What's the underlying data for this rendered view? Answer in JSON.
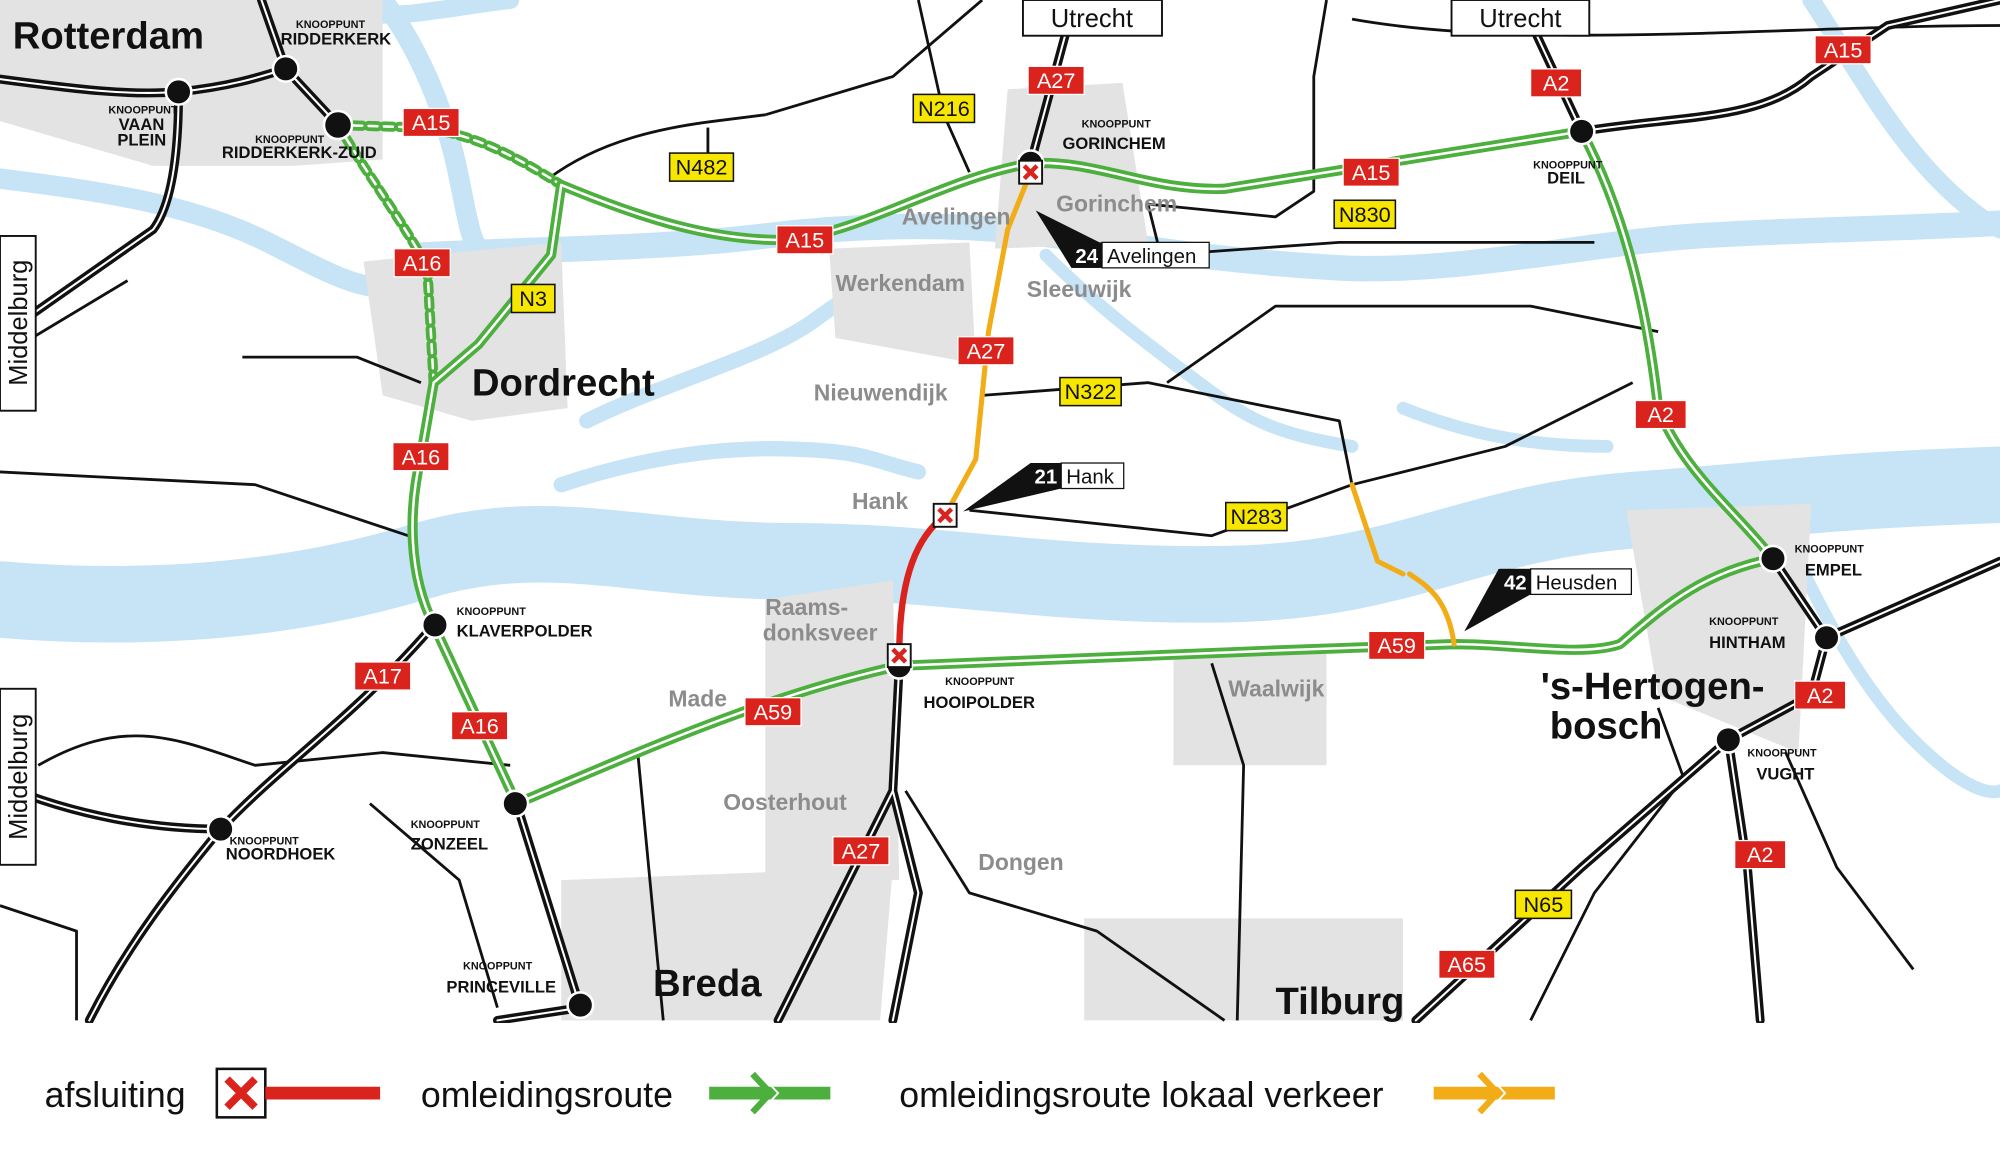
{
  "colors": {
    "closure": "#d9231c",
    "detour": "#4caf3e",
    "local_detour": "#f2ac17",
    "water": "#c6e4f6",
    "urban": "#e3e3e3",
    "motorway_sign": "#d9231c",
    "provincial_sign": "#f7e600"
  },
  "cities": [
    "Rotterdam",
    "Dordrecht",
    "Breda",
    "Tilburg",
    "'s-Hertogen-",
    "bosch"
  ],
  "places": [
    "Avelingen",
    "Gorinchem",
    "Werkendam",
    "Sleeuwijk",
    "Nieuwendijk",
    "Hank",
    "Raams-",
    "donksveer",
    "Made",
    "Oosterhout",
    "Dongen",
    "Waalwijk"
  ],
  "knooppunt_label": "KNOOPPUNT",
  "knooppunten": [
    "RIDDERKERK",
    "VAAN",
    "PLEIN",
    "RIDDERKERK-ZUID",
    "GORINCHEM",
    "DEIL",
    "KLAVERPOLDER",
    "ZONZEEL",
    "NOORDHOEK",
    "PRINCEVILLE",
    "HOOIPOLDER",
    "EMPEL",
    "HINTHAM",
    "VUGHT"
  ],
  "signs": [
    "A15",
    "N482",
    "A16",
    "N3",
    "A16",
    "A15",
    "N216",
    "A27",
    "A27",
    "N322",
    "A15",
    "N830",
    "A2",
    "A15",
    "A2",
    "N283",
    "A59",
    "A2",
    "A17",
    "A16",
    "A59",
    "A27",
    "A2",
    "N65",
    "A65"
  ],
  "directions": [
    "Utrecht",
    "Utrecht",
    "Middelburg",
    "Middelburg"
  ],
  "exits": [
    {
      "number": "24",
      "name": "Avelingen"
    },
    {
      "number": "21",
      "name": "Hank"
    },
    {
      "number": "42",
      "name": "Heusden"
    }
  ],
  "legend": {
    "closure": "afsluiting",
    "detour": "omleidingsroute",
    "local_detour": "omleidingsroute lokaal verkeer"
  }
}
